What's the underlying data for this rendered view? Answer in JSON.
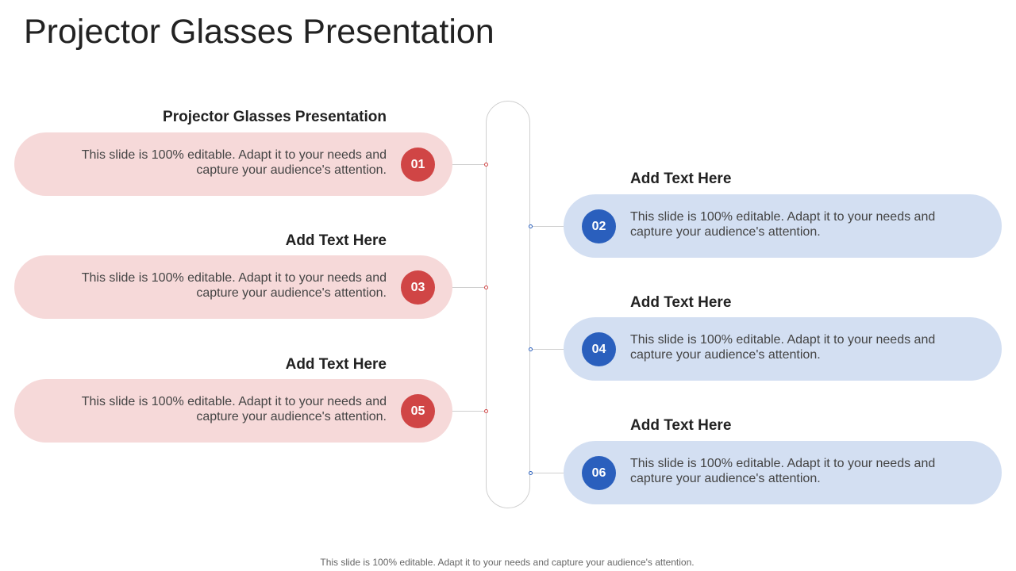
{
  "slide": {
    "title": "Projector Glasses Presentation",
    "footer": "This slide is 100% editable. Adapt it to your needs and capture your audience's attention."
  },
  "items": [
    {
      "number": "01",
      "heading": "Projector Glasses Presentation",
      "text": "This slide is 100% editable. Adapt it to your needs and capture your audience's attention."
    },
    {
      "number": "02",
      "heading": "Add Text Here",
      "text": "This slide is 100% editable. Adapt it to your needs and capture your audience's attention."
    },
    {
      "number": "03",
      "heading": "Add Text Here",
      "text": "This slide is 100% editable. Adapt it to your needs and capture your audience's attention."
    },
    {
      "number": "04",
      "heading": "Add Text Here",
      "text": "This slide is 100% editable. Adapt it to your needs and capture your audience's attention."
    },
    {
      "number": "05",
      "heading": "Add Text Here",
      "text": "This slide is 100% editable. Adapt it to your needs and capture your audience's attention."
    },
    {
      "number": "06",
      "heading": "Add Text Here",
      "text": "This slide is 100% editable. Adapt it to your needs and capture your audience's attention."
    }
  ],
  "colors": {
    "left_accent": "#d04545",
    "left_fill": "#f6d9d9",
    "right_accent": "#2a5fbd",
    "right_fill": "#d3dff2"
  }
}
